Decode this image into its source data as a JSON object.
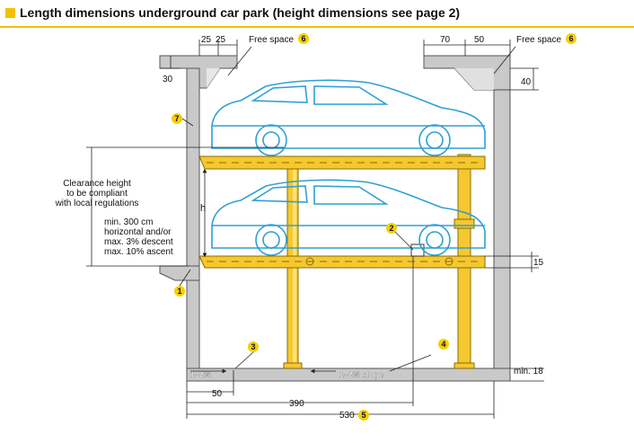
{
  "header": {
    "title": "Length dimensions underground car park (height dimensions see page 2)"
  },
  "colors": {
    "accent": "#f2c200",
    "platform": "#f5c830",
    "car_outline": "#2f9fd3",
    "wall": "#c9c9c9",
    "badge": "#f5d000"
  },
  "dimensions": {
    "top_left_a": "25",
    "top_left_b": "25",
    "top_right_a": "70",
    "top_right_b": "50",
    "ceiling_depth": "30",
    "right_offset": "40",
    "platform_gap": "15",
    "floor_min": "min. 18",
    "span_50": "50",
    "span_390": "390",
    "span_530": "530",
    "height_symbol": "h"
  },
  "labels": {
    "free_space_left": "Free space",
    "free_space_right": "Free space",
    "clearance_1": "Clearance height",
    "clearance_2": "to be compliant",
    "clearance_3": "with local regulations",
    "entry_1": "min. 300 cm",
    "entry_2": "horizontal and/or",
    "entry_3": "max. 3% descent",
    "entry_4": "max. 10% ascent",
    "slope_left": "1–2%",
    "slope_floor": "1–2% slope"
  },
  "badges": {
    "b1": "1",
    "b2": "2",
    "b3": "3",
    "b4": "4",
    "b5": "5",
    "b6_left": "6",
    "b6_right": "6",
    "b7": "7"
  }
}
